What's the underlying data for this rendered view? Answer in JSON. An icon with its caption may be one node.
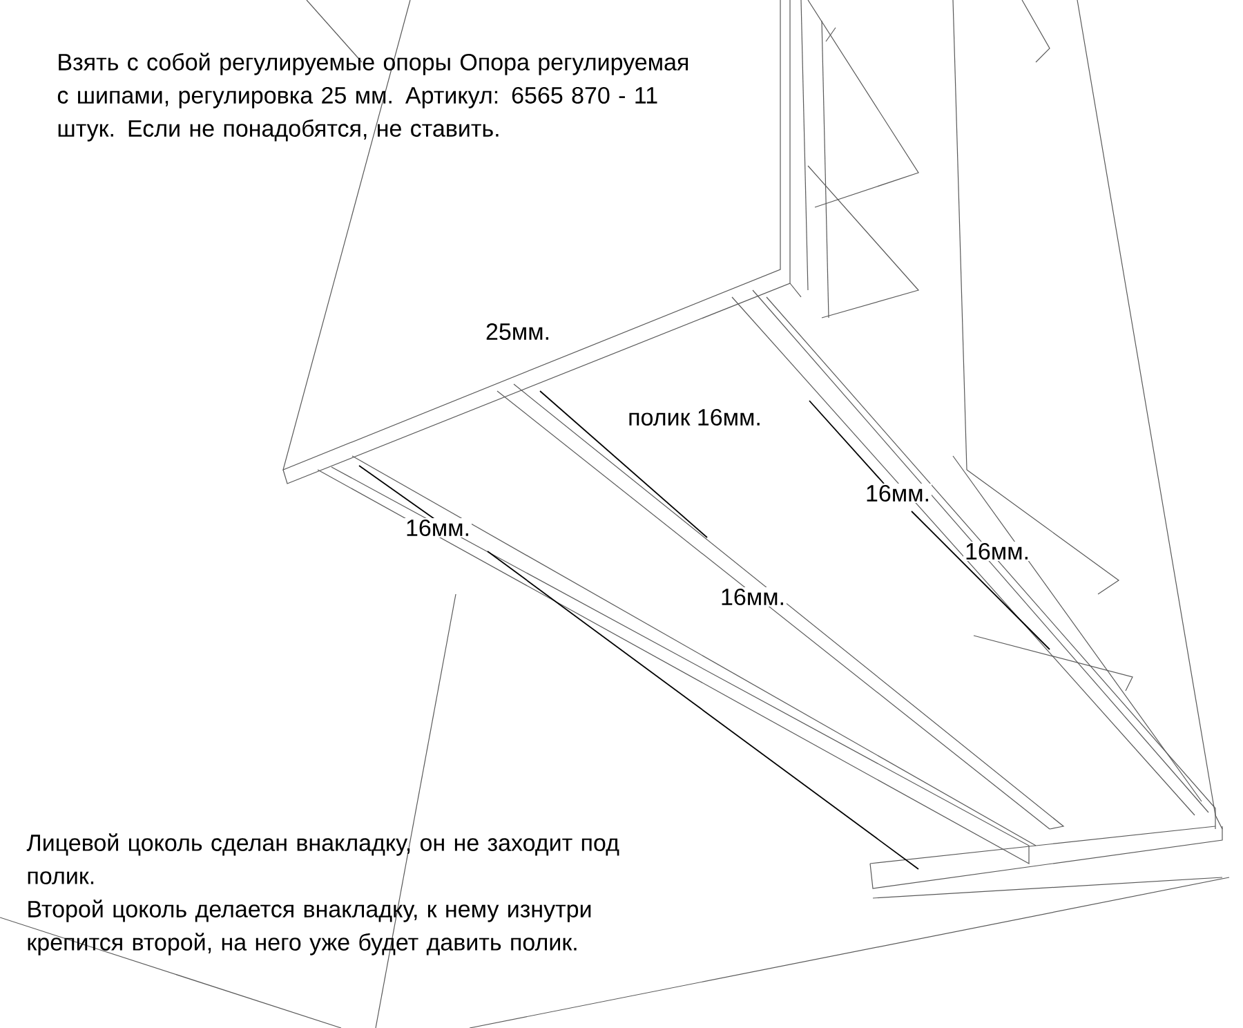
{
  "diagram": {
    "labels": [
      "Взять с собой регулируемые опоры Опора регулируемая с шипами, регулировка 25 мм. Артикул: 6565 870 - 11 штук. Если не понадобятся, не ставить.",
      "25мм.",
      "полик 16мм.",
      "16мм.",
      "16мм.",
      "16мм.",
      "16мм.",
      "Лицевой цоколь сделан внакладку, он не заходит под полик.",
      "Второй цоколь делается внакладку, к нему изнутри крепится второй, на него уже будет давить полик."
    ]
  }
}
